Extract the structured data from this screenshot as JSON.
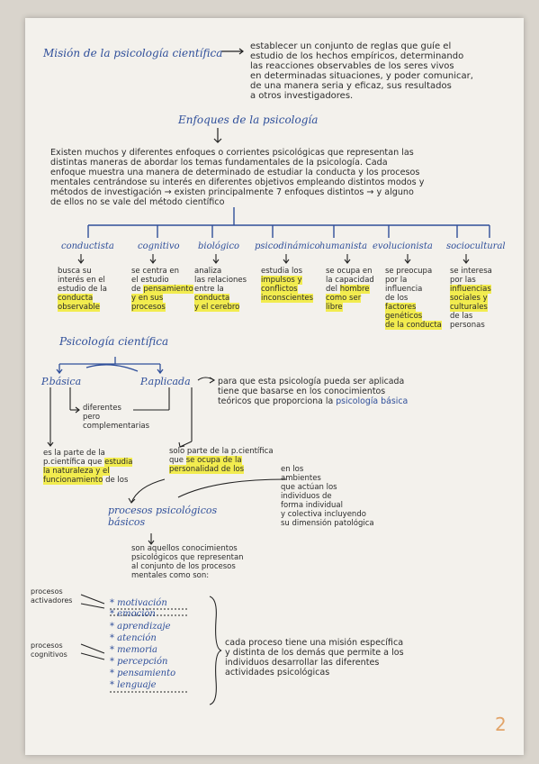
{
  "mision": {
    "title": "Misión de la psicología científica",
    "text": "establecer un conjunto de reglas que guíe el\nestudio de los hechos empíricos, determinando\nlas reacciones observables de los seres vivos\nen determinadas situaciones, y poder comunicar,\nde una manera seria y eficaz, sus resultados\na otros investigadores."
  },
  "enfoques": {
    "title": "Enfoques de la psicología",
    "paragraph": "Existen muchos y diferentes enfoques o corrientes psicológicas que representan las\ndistintas maneras de abordar los temas fundamentales de la psicología. Cada\nenfoque muestra una manera de determinado de estudiar la conducta y los procesos\nmentales centrándose su interés en diferentes objetivos empleando distintos modos y\nmétodos de investigación → existen principalmente 7 enfoques distintos → y alguno\nde ellos no se vale del método científico"
  },
  "approaches": [
    {
      "name": "conductista",
      "desc_plain": "busca su\ninterés en el\nestudio de la",
      "desc_hl": "conducta\nobservable"
    },
    {
      "name": "cognitivo",
      "desc_plain": "se centra en\nel estudio\nde",
      "desc_hl": "pensamiento\ny en sus\nprocesos"
    },
    {
      "name": "biológico",
      "desc_plain": "analiza\nlas relaciones\nentre la",
      "desc_hl": "conducta\ny el cerebro"
    },
    {
      "name": "psicodinámico",
      "desc_plain": "estudia los",
      "desc_hl": "impulsos y\nconflictos\ninconscientes"
    },
    {
      "name": "humanista",
      "desc_plain": "se ocupa en\nla capacidad\ndel",
      "desc_hl": "hombre\ncomo ser\nlibre"
    },
    {
      "name": "evolucionista",
      "desc_plain": "se preocupa\npor la\ninfluencia\nde los",
      "desc_hl": "factores\ngenéticos\nde la conducta"
    },
    {
      "name": "sociocultural",
      "desc_plain": "se interesa\npor las",
      "desc_hl": "influencias\nsociales y\nculturales",
      "desc_tail": "de las\npersonas"
    }
  ],
  "cientifica": {
    "title": "Psicología científica",
    "basica": "P.básica",
    "aplicada": "P.aplicada",
    "aplicada_note": "para que esta psicología pueda ser aplicada\ntiene que basarse en los conocimientos\nteóricos que proporciona la",
    "aplicada_note_end": "psicología básica",
    "diferentes": "diferentes\npero\ncomplementarias",
    "basica_desc_plain": "es la parte de la\np.científica que",
    "basica_desc_hl": "estudia\nla naturaleza y el\nfuncionamiento",
    "basica_desc_tail": "de los",
    "aplicada_desc_plain": "solo parte de la p.científica\nque",
    "aplicada_desc_hl": "se ocupa de la\npersonalidad de los",
    "aplicada_desc_tail": "en los\nambientes\nque actúan los\nindividuos de\nforma individual\ny colectiva incluyendo\nsu dimensión patológica",
    "procesos_title": "procesos psicológicos\nbásicos",
    "procesos_desc": "son aquellos conocimientos\npsicológicos que representan\nal conjunto de los procesos\nmentales como son:",
    "activadores_label": "procesos\nactivadores",
    "cognitivos_label": "procesos\ncognitivos",
    "activadores": [
      "* motivación",
      "* emoción"
    ],
    "cognitivos": [
      "* aprendizaje",
      "* atención",
      "* memoria",
      "* percepción",
      "* pensamiento",
      "* lenguaje"
    ],
    "final_note": "cada proceso tiene una misión específica\ny distinta de los demás que permite a los\nindividuos desarrollar las diferentes\nactividades psicológicas"
  },
  "page_number": "2"
}
